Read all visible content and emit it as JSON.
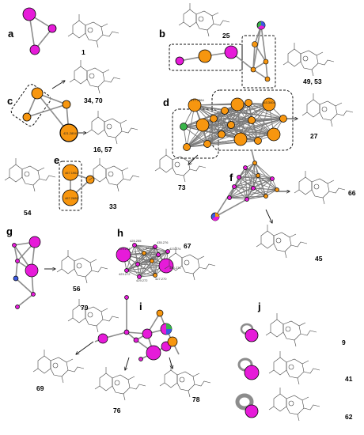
{
  "panels": {
    "a": {
      "label": "a",
      "compounds": "1"
    },
    "b": {
      "label": "b",
      "compounds_top": "25",
      "compounds_right": "49, 53"
    },
    "c": {
      "label": "c",
      "compounds_top": "34, 70",
      "compounds_bottom": "16, 57"
    },
    "d": {
      "label": "d",
      "compounds_right": "27",
      "compounds_bottom": "73"
    },
    "e": {
      "label": "e",
      "compounds_left": "54",
      "compounds_right": "33"
    },
    "f": {
      "label": "f",
      "compounds_right": "66",
      "compounds_bottom": "45"
    },
    "g": {
      "label": "g",
      "compounds": "56"
    },
    "h": {
      "label": "h",
      "compounds": "67"
    },
    "i": {
      "label": "i",
      "compounds_left": "79",
      "compounds_bl": "69",
      "compounds_bottom": "76",
      "compounds_right": "78"
    },
    "j": {
      "label": "j",
      "compounds_1": "9",
      "compounds_2": "41",
      "compounds_3": "62"
    }
  },
  "node_texts": {
    "c_bottom": "421.2804",
    "d_1": "377.1964",
    "d_2": "463.3404",
    "e_top": "467.1962",
    "e_bottom": "467.2680"
  },
  "h_mz": [
    "425.255",
    "423.274",
    "429.272",
    "435.276",
    "423.274",
    "425.274",
    "427.270",
    "429.272",
    "423.272"
  ],
  "colors": {
    "magenta": "#e61bd9",
    "orange": "#f7960f",
    "edge": "#8c8c8c",
    "accent_blue": "#3c5ae0",
    "accent_green": "#39b54a"
  }
}
